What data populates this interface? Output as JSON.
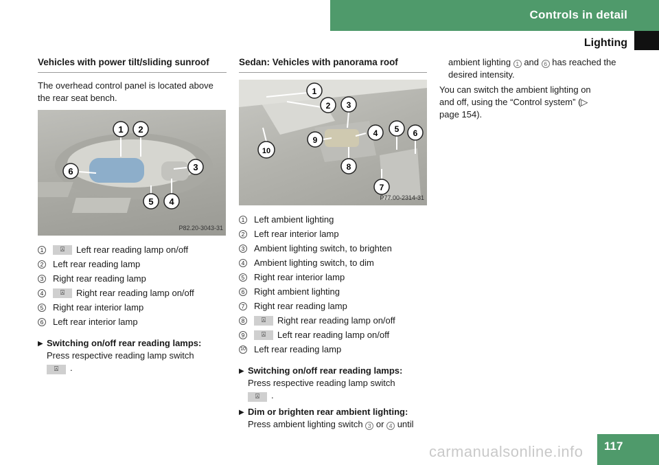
{
  "header": {
    "chapter": "Controls in detail",
    "section": "Lighting"
  },
  "col1": {
    "heading": "Vehicles with power tilt/sliding sunroof",
    "intro": "The overhead control panel is located above the rear seat bench.",
    "photo_code": "P82.20-3043-31",
    "legend": [
      {
        "n": "1",
        "icon": "⍓",
        "text": "Left rear reading lamp on/off"
      },
      {
        "n": "2",
        "text": "Left rear reading lamp"
      },
      {
        "n": "3",
        "text": "Right rear reading lamp"
      },
      {
        "n": "4",
        "icon": "⍓",
        "text": "Right rear reading lamp on/off"
      },
      {
        "n": "5",
        "text": "Right rear interior lamp"
      },
      {
        "n": "6",
        "text": "Left rear interior lamp"
      }
    ],
    "bullet": {
      "title": "Switching on/off rear reading lamps:",
      "text": "Press respective reading lamp switch",
      "icon": "⍓",
      "end": "."
    }
  },
  "col2": {
    "heading": "Sedan: Vehicles with panorama roof",
    "photo_code": "P77.00-2314-31",
    "legend": [
      {
        "n": "1",
        "text": "Left ambient lighting"
      },
      {
        "n": "2",
        "text": "Left rear interior lamp"
      },
      {
        "n": "3",
        "text": "Ambient lighting switch, to brighten"
      },
      {
        "n": "4",
        "text": "Ambient lighting switch, to dim"
      },
      {
        "n": "5",
        "text": "Right rear interior lamp"
      },
      {
        "n": "6",
        "text": "Right ambient lighting"
      },
      {
        "n": "7",
        "text": "Right rear reading lamp"
      },
      {
        "n": "8",
        "icon": "⍓",
        "text": "Right rear reading lamp on/off"
      },
      {
        "n": "9",
        "icon": "⍓",
        "text": "Left rear reading lamp on/off"
      },
      {
        "n": "10",
        "text": "Left rear reading lamp"
      }
    ],
    "bullet1": {
      "title": "Switching on/off rear reading lamps:",
      "text": "Press respective reading lamp switch",
      "icon": "⍓",
      "end": "."
    },
    "bullet2": {
      "title": "Dim or brighten rear ambient lighting:",
      "text_a": "Press ambient lighting switch",
      "n1": "3",
      "or": "or",
      "n2": "4",
      "text_b": "until"
    }
  },
  "col3": {
    "cont_a": "ambient lighting",
    "n1": "1",
    "and": "and",
    "n2": "6",
    "cont_b": "has reached the desired intensity.",
    "para": "You can switch the ambient lighting on and off, using the “Control system” (▷ page 154)."
  },
  "page_number": "117",
  "watermark": "carmanualsonline.info"
}
